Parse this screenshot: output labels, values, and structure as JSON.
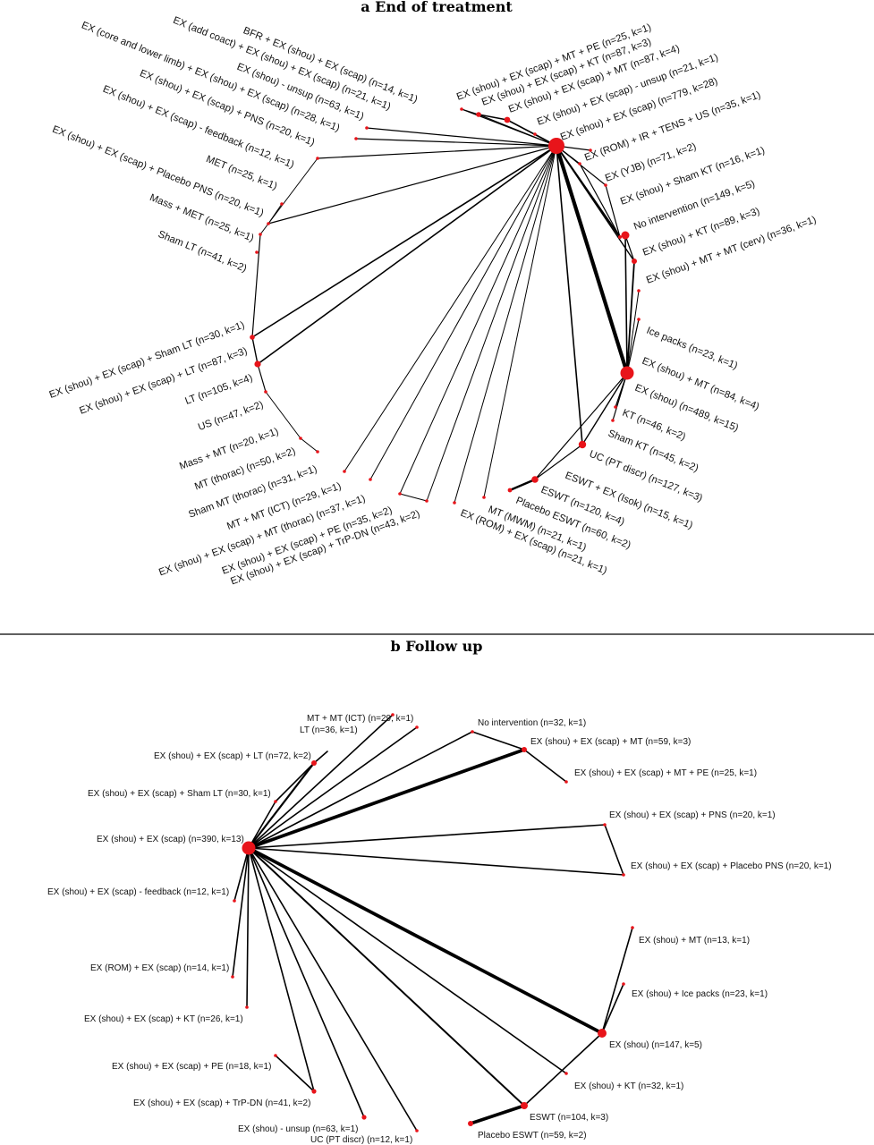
{
  "panel_a": {
    "title": "a   End of treatment",
    "labels": [
      "BFR + EX (shou) + EX (scap) (n=14, k=1)",
      "EX (add coact) + EX (shou) + EX (scap) (n=21, k=1)",
      "EX (shou) - unsup (n=63, k=1)",
      "EX (core and lower limb) + EX (shou) + EX (scap) (n=28, k=1)",
      "EX (shou) + EX (scap) + PNS (n=20, k=1)",
      "EX (shou) + EX (scap) - feedback (n=12, k=1)",
      "MET (n=25, k=1)",
      "EX (shou) + EX (scap) + Placebo PNS (n=20, k=1)",
      "Mass + MET (n=25, k=1)",
      "Sham LT (n=41, k=2)",
      "EX (shou) + EX (scap) + Sham LT (n=30, k=1)",
      "EX (shou) + EX (scap) + LT (n=87, k=3)",
      "LT (n=105, k=4)",
      "US (n=47, k=2)",
      "Mass + MT (n=20, k=1)",
      "MT (thorac) (n=50, k=2)",
      "Sham MT (thorac) (n=31, k=1)",
      "MT + MT (ICT) (n=29, k=1)",
      "EX (shou) + EX (scap) + MT (thorac) (n=37, k=1)",
      "EX (shou) + EX (scap) + PE (n=35, k=2)",
      "EX (shou) + EX (scap) + TrP-DN (n=43, k=2)",
      "EX (ROM) + EX (scap) (n=21, k=1)",
      "MT (MWM) (n=21, k=1)",
      "Placebo ESWT (n=60, k=2)",
      "ESWT (n=120, k=4)",
      "ESWT + EX (Isok) (n=15, k=1)",
      "UC (PT discr) (n=127, k=3)",
      "Sham KT (n=45, k=2)",
      "KT (n=46, k=2)",
      "EX (shou) (n=489, k=15)",
      "EX (shou) + MT (n=84, k=4)",
      "Ice packs (n=23, k=1)",
      "EX (shou) + MT + MT (cerv) (n=36, k=1)",
      "EX (shou) + KT (n=89, k=3)",
      "No intervention (n=149, k=5)",
      "EX (shou) + Sham KT (n=16, k=1)",
      "EX (YJB) (n=71, k=2)",
      "EX (ROM) + IR + TENS + US (n=35, k=1)",
      "EX (shou) + EX (scap) (n=779, k=28)",
      "EX (shou) + EX (scap) - unsup (n=21, k=1)",
      "EX (shou) + EX (scap) + MT (n=87, k=4)",
      "EX (shou) + EX (scap) + KT (n=87, k=3)",
      "EX (shou) + EX (scap) + MT + PE (n=25, k=1)"
    ]
  },
  "panel_b": {
    "title": "b   Follow up",
    "labels": [
      "MT + MT (ICT) (n=29, k=1)",
      "LT (n=36, k=1)",
      "No intervention (n=32, k=1)",
      "EX (shou) + EX (scap) + MT (n=59, k=3)",
      "EX (shou) + EX (scap) + MT + PE (n=25, k=1)",
      "EX (shou) + EX (scap) + LT (n=72, k=2)",
      "EX (shou) + EX (scap) + Sham LT (n=30, k=1)",
      "EX (shou) + EX (scap) (n=390, k=13)",
      "EX (shou) + EX (scap) + PNS (n=20, k=1)",
      "EX (shou) + EX (scap) + Placebo PNS (n=20, k=1)",
      "EX (shou) + EX (scap) - feedback (n=12, k=1)",
      "EX (ROM) + EX (scap) (n=14, k=1)",
      "EX (shou) + MT (n=13, k=1)",
      "EX (shou) + Ice packs (n=23, k=1)",
      "EX (shou) + EX (scap) + KT (n=26, k=1)",
      "EX (shou) (n=147, k=5)",
      "EX (shou) + EX (scap) + PE (n=18, k=1)",
      "EX (shou) + KT (n=32, k=1)",
      "EX (shou) + EX (scap) + TrP-DN (n=41, k=2)",
      "ESWT (n=104, k=3)",
      "EX (shou) - unsup (n=63, k=1)",
      "UC (PT discr) (n=12, k=1)",
      "Placebo ESWT (n=59, k=2)"
    ]
  }
}
